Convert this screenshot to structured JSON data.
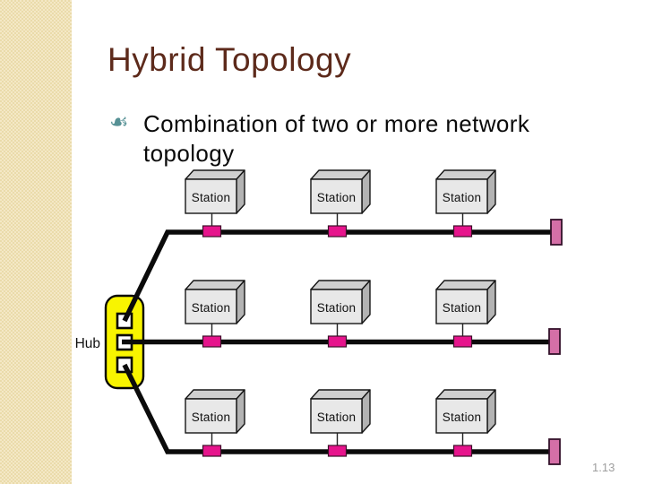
{
  "slide": {
    "title": "Hybrid Topology",
    "bullet": {
      "line1": "Combination of two or more network",
      "line2": "topology"
    },
    "page_number": "1.13"
  },
  "diagram": {
    "hub_label": "Hub",
    "station_label": "Station",
    "topology": {
      "type": "hybrid (star backbone + bus branches)",
      "hub_ports": 3,
      "bus_lines": 3,
      "stations_per_bus": 3,
      "total_stations": 9
    },
    "colors": {
      "hub_fill": "#F8F400",
      "station_front": "#E8E8E8",
      "station_top": "#CFCFCF",
      "station_side": "#B3B3B3",
      "tap_connector": "#E6148C",
      "terminator": "#D56FA7",
      "cable": "#0B0B0B"
    }
  },
  "theme": {
    "title_color": "#5D2A1B",
    "bullet_glyph_color": "#569195",
    "sidebar_stripe_color": "#EEDFB2",
    "background": "#FFFFFF",
    "page_number_color": "#9E9E9E"
  }
}
